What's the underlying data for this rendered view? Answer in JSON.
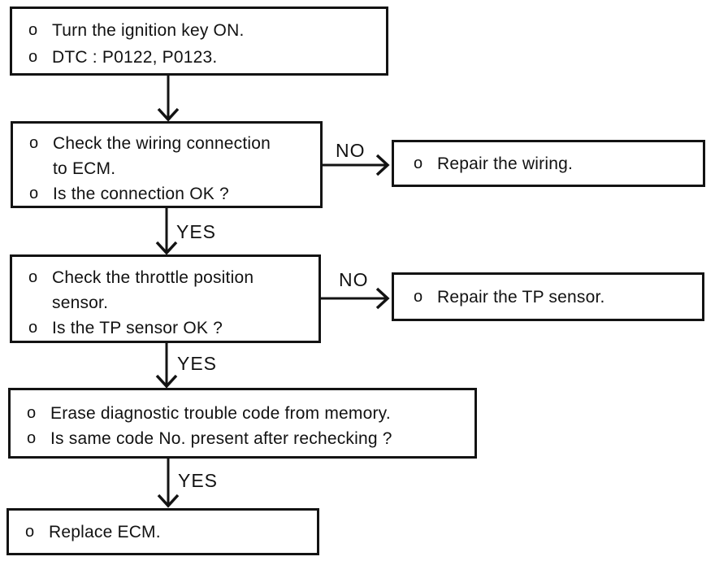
{
  "diagram": {
    "bullet": "o",
    "labels": {
      "yes": "YES",
      "no": "NO"
    },
    "colors": {
      "ink": "#131313",
      "background": "#ffffff"
    },
    "nodes": [
      {
        "id": "start",
        "items": [
          "Turn the ignition key ON.",
          "DTC : P0122, P0123."
        ]
      },
      {
        "id": "check-wiring",
        "items": [
          "Check the wiring connection to ECM.",
          "Is the connection OK ?"
        ]
      },
      {
        "id": "repair-wiring",
        "items": [
          "Repair the wiring."
        ]
      },
      {
        "id": "check-tp-sensor",
        "items": [
          "Check the throttle position sensor.",
          "Is the TP sensor OK ?"
        ]
      },
      {
        "id": "repair-tp-sensor",
        "items": [
          "Repair the TP sensor."
        ]
      },
      {
        "id": "erase-dtc",
        "items": [
          "Erase diagnostic trouble code from memory.",
          "Is same code No. present after rechecking ?"
        ]
      },
      {
        "id": "replace-ecm",
        "items": [
          "Replace ECM."
        ]
      }
    ]
  }
}
